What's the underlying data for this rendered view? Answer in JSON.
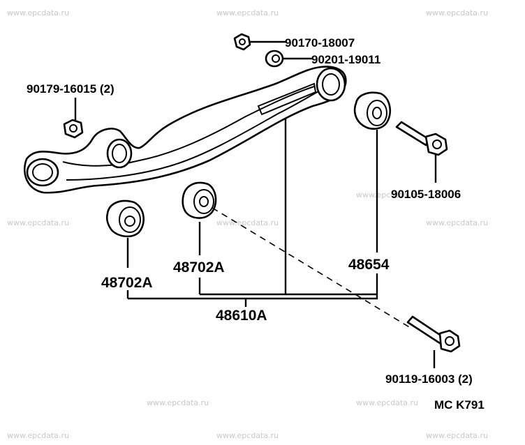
{
  "watermark": "www.epcdata.ru",
  "diagram_code": "MC K791",
  "parts": {
    "nut_top": "90170-18007",
    "washer": "90201-19011",
    "nut_left": "90179-16015 (2)",
    "bolt_right": "90105-18006",
    "bushing_right": "48654",
    "bushing_middle": "48702A",
    "bushing_left": "48702A",
    "arm_assembly": "48610A",
    "bolt_bottom": "90119-16003 (2)"
  }
}
